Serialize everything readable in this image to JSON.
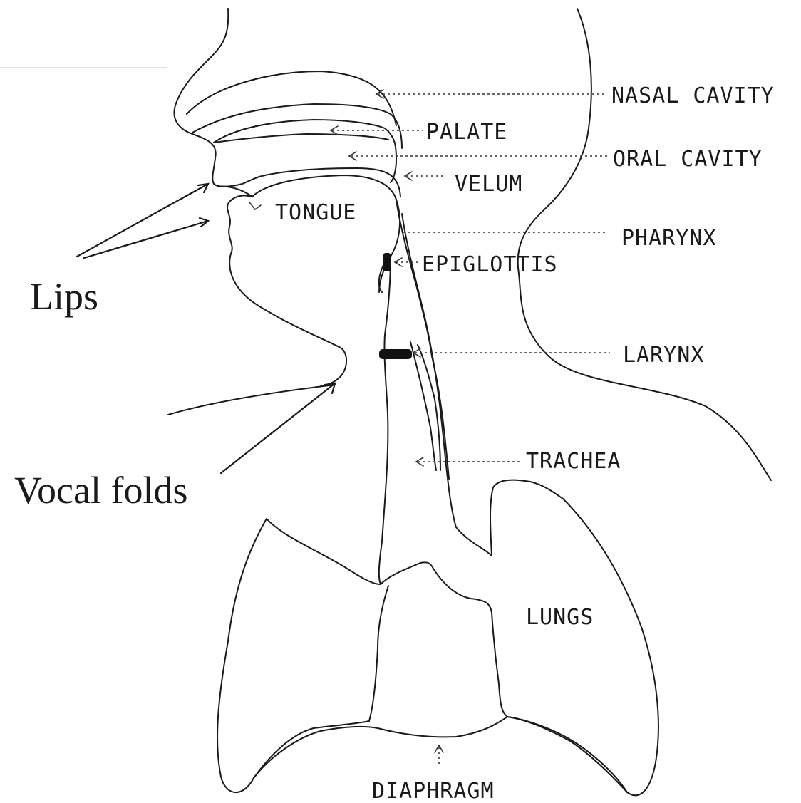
{
  "labels": {
    "nasal_cavity": "NASAL CAVITY",
    "palate": "PALATE",
    "oral_cavity": "ORAL CAVITY",
    "velum": "VELUM",
    "tongue": "TONGUE",
    "pharynx": "PHARYNX",
    "epiglottis": "EPIGLOTTIS",
    "larynx": "LARYNX",
    "trachea": "TRACHEA",
    "lungs": "LUNGS",
    "diaphragm": "DIAPHRAGM",
    "lips": "Lips",
    "vocal_folds": "Vocal folds"
  }
}
